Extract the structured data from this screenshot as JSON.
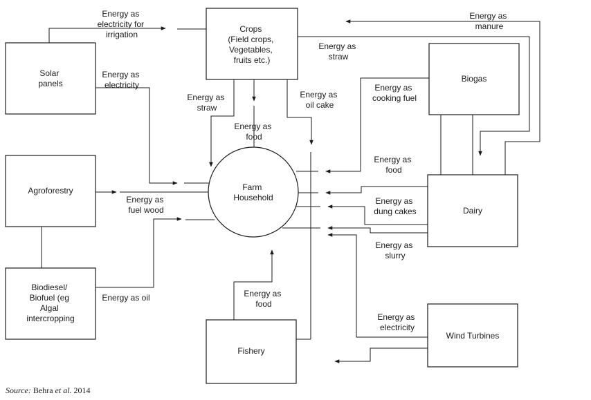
{
  "nodes": {
    "solar": [
      "Solar",
      "panels"
    ],
    "agroforestry": [
      "Agroforestry"
    ],
    "biodiesel": [
      "Biodiesel/",
      "Biofuel (eg",
      "Algal",
      "intercropping"
    ],
    "crops": [
      "Crops",
      "(Field crops,",
      "Vegetables,",
      "fruits etc.)"
    ],
    "household": [
      "Farm",
      "Household"
    ],
    "fishery": [
      "Fishery"
    ],
    "biogas": [
      "Biogas"
    ],
    "dairy": [
      "Dairy"
    ],
    "wind": [
      "Wind Turbines"
    ]
  },
  "flows": {
    "solar_irrigation": [
      "Energy as",
      "electricity for",
      "irrigation"
    ],
    "solar_electricity": [
      "Energy as",
      "electricity"
    ],
    "agro_fuelwood": [
      "Energy as",
      "fuel wood"
    ],
    "biodiesel_oil": [
      "Energy as oil"
    ],
    "crops_straw_household": [
      "Energy as",
      "straw"
    ],
    "crops_food": [
      "Energy as",
      "food"
    ],
    "crops_oilcake": [
      "Energy as",
      "oil cake"
    ],
    "crops_straw_dairy": [
      "Energy as",
      "straw"
    ],
    "manure": [
      "Energy as",
      "manure"
    ],
    "biogas_cooking": [
      "Energy as",
      "cooking fuel"
    ],
    "dairy_food": [
      "Energy as",
      "food"
    ],
    "dairy_dungcakes": [
      "Energy as",
      "dung cakes"
    ],
    "dairy_slurry": [
      "Energy as",
      "slurry"
    ],
    "fishery_food": [
      "Energy as",
      "food"
    ],
    "wind_electricity": [
      "Energy as",
      "electricity"
    ]
  },
  "source": {
    "label": "Source:",
    "authors": "Behra",
    "etal": "et al.",
    "year": "2014"
  }
}
